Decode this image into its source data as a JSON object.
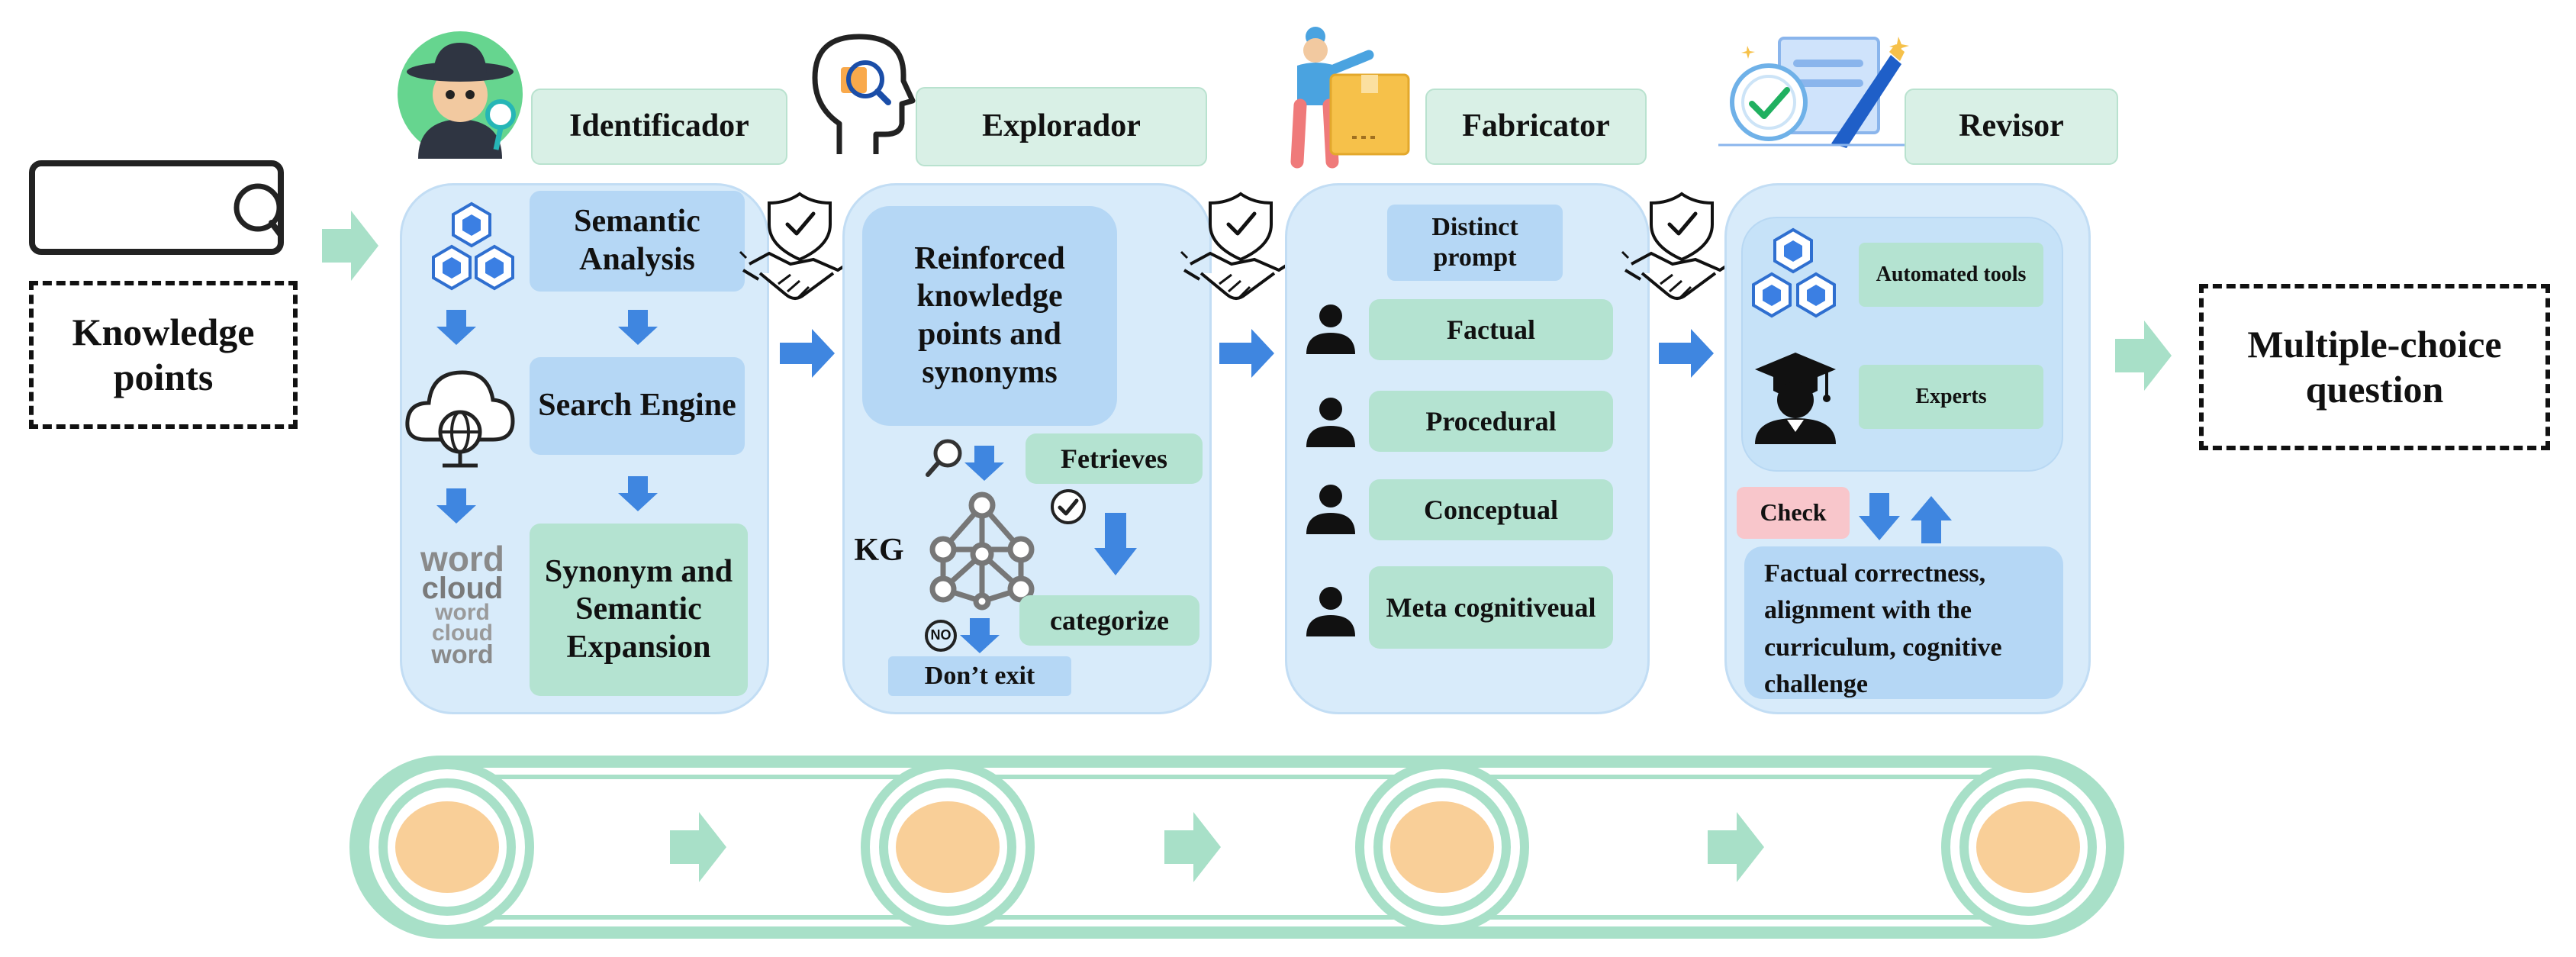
{
  "input": {
    "label": "Knowledge points"
  },
  "output": {
    "label": "Multiple-choice question"
  },
  "stages": {
    "identificador": {
      "title": "Identificador",
      "steps": [
        "Semantic Analysis",
        "Search Engine",
        "Synonym and Semantic Expansion"
      ],
      "icons": [
        "detective-icon",
        "cubes-icon",
        "cloud-globe-icon",
        "word-cloud-icon"
      ],
      "wordcloud": [
        "word",
        "cloud",
        "word cloud",
        "word"
      ]
    },
    "explorador": {
      "title": "Explorador",
      "main": "Reinforced knowledge points and synonyms",
      "kg": "KG",
      "retrieve": "Fetrieves",
      "categorize": "categorize",
      "not_exist": "Don’t exit",
      "no": "NO",
      "icons": [
        "head-search-icon",
        "network-graph-icon",
        "magnifier-icon",
        "check-circle-icon"
      ]
    },
    "fabricator": {
      "title": "Fabricator",
      "prompt": "Distinct prompt",
      "types": [
        "Factual",
        "Procedural",
        "Conceptual",
        "Meta cognitiveual"
      ],
      "icons": [
        "worker-box-icon",
        "person-icon"
      ]
    },
    "revisor": {
      "title": "Revisor",
      "tools": "Automated tools",
      "experts": "Experts",
      "check": "Check",
      "criteria": "Factual correctness, alignment with the curriculum, cognitive challenge",
      "icons": [
        "checklist-pen-icon",
        "graduate-icon",
        "swap-arrows-icon"
      ]
    }
  },
  "connectors": [
    "handshake-shield-icon",
    "arrow-right-icon"
  ],
  "conveyor": {
    "icons": [
      "conveyor-belt-icon",
      "roller-icon",
      "arrow-right-icon"
    ]
  },
  "colors": {
    "panel": "#d8ebfa",
    "blue_box": "#b5d7f5",
    "green_box": "#b4e3d1",
    "arrow_blue": "#3f86e0",
    "arrow_green": "#a8e0c8",
    "roller": "#f9cf98",
    "check": "#f8c6cb"
  }
}
